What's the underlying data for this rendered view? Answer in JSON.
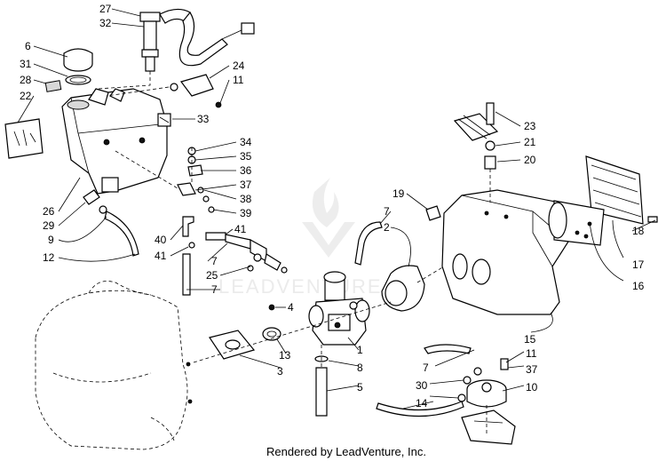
{
  "callouts": {
    "c27": "27",
    "c32": "32",
    "c6": "6",
    "c31": "31",
    "c28": "28",
    "c22": "22",
    "c24": "24",
    "c11a": "11",
    "c33": "33",
    "c34": "34",
    "c35": "35",
    "c36": "36",
    "c37a": "37",
    "c38": "38",
    "c39": "39",
    "c41a": "41",
    "c40": "40",
    "c41b": "41",
    "c7a": "7",
    "c25": "25",
    "c7b": "7",
    "c26": "26",
    "c29": "29",
    "c9": "9",
    "c12": "12",
    "c23": "23",
    "c21": "21",
    "c20": "20",
    "c19": "19",
    "c7c": "7",
    "c2": "2",
    "c18": "18",
    "c17": "17",
    "c16": "16",
    "c15": "15",
    "c4": "4",
    "c13": "13",
    "c3": "3",
    "c1": "1",
    "c8": "8",
    "c5": "5",
    "c11b": "11",
    "c37b": "37",
    "c7d": "7",
    "c30": "30",
    "c10": "10",
    "c14": "14"
  },
  "watermark": "LEADVENTURE",
  "footer": "Rendered by LeadVenture, Inc."
}
